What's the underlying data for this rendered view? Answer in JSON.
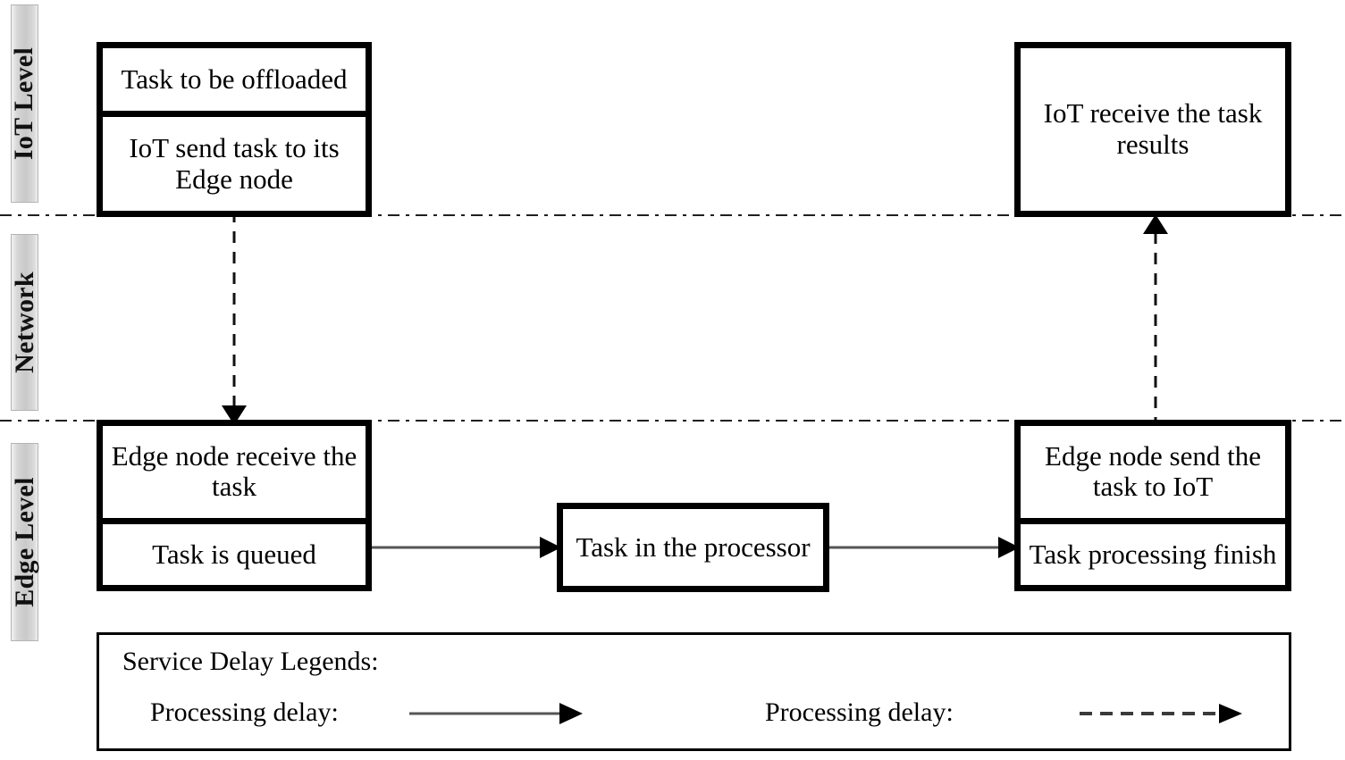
{
  "diagram": {
    "title_present": false,
    "lanes": [
      {
        "id": "iot",
        "label": "IoT Level"
      },
      {
        "id": "network",
        "label": "Network"
      },
      {
        "id": "edge",
        "label": "Edge Level"
      }
    ],
    "nodes": [
      {
        "id": "iot-offload",
        "lane": "iot",
        "segments": [
          "Task to be offloaded",
          "IoT send task to its Edge node"
        ]
      },
      {
        "id": "iot-receive",
        "lane": "iot",
        "segments": [
          "IoT receive the task results"
        ]
      },
      {
        "id": "edge-receive",
        "lane": "edge",
        "segments": [
          "Edge node receive the task",
          "Task is queued"
        ]
      },
      {
        "id": "task-processor",
        "lane": "edge",
        "segments": [
          "Task in the processor"
        ]
      },
      {
        "id": "edge-send",
        "lane": "edge",
        "segments": [
          "Edge node send the task to IoT",
          "Task processing finish"
        ]
      }
    ],
    "connectors": [
      {
        "id": "iot-to-edge",
        "style": "dashed",
        "direction": "down",
        "from": "iot-offload",
        "to": "edge-receive"
      },
      {
        "id": "queued-to-processor",
        "style": "solid",
        "direction": "right",
        "from": "edge-receive",
        "to": "task-processor"
      },
      {
        "id": "processor-to-finish",
        "style": "solid",
        "direction": "right",
        "from": "task-processor",
        "to": "edge-send"
      },
      {
        "id": "edge-to-iot",
        "style": "dashed",
        "direction": "up",
        "from": "edge-send",
        "to": "iot-receive"
      }
    ]
  },
  "legend": {
    "title": "Service Delay Legends:",
    "entries": [
      {
        "id": "legend-solid",
        "label": "Processing delay:",
        "arrow_style": "solid"
      },
      {
        "id": "legend-dashed",
        "label": "Processing delay:",
        "arrow_style": "dashed"
      }
    ]
  },
  "colors": {
    "stroke": "#000000",
    "box_fill": "#ffffff",
    "lane_tab_fill": "#d0d0d0",
    "lane_tab_border": "#b4b4b4",
    "divider": "#1f1f1f",
    "background": "#ffffff"
  }
}
